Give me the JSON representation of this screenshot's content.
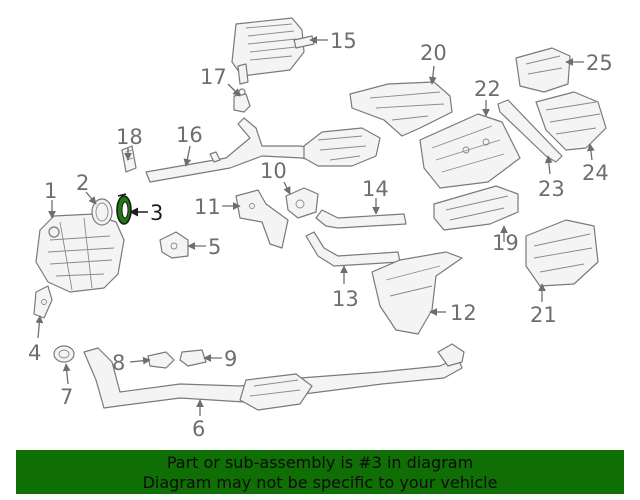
{
  "callouts": [
    "1",
    "2",
    "3",
    "4",
    "5",
    "6",
    "7",
    "8",
    "9",
    "10",
    "11",
    "12",
    "13",
    "14",
    "15",
    "16",
    "17",
    "18",
    "19",
    "20",
    "21",
    "22",
    "23",
    "24",
    "25"
  ],
  "highlighted_part": "3",
  "highlight_color": "#1f7a12",
  "banner": {
    "line1": "Part or sub-assembly is #3 in diagram",
    "line2": "Diagram may not be specific to your vehicle",
    "background": "#0f6f05"
  }
}
